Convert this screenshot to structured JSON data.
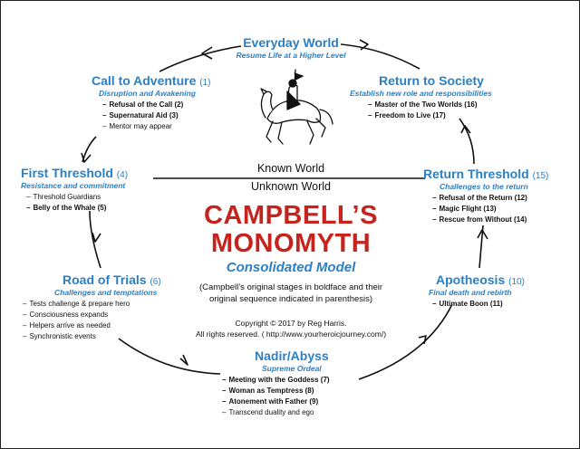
{
  "colors": {
    "stage_title": "#2b7fc3",
    "main_title": "#c4231e",
    "text": "#111111"
  },
  "center": {
    "title_line1": "CAMPBELL’S",
    "title_line2": "MONOMYTH",
    "subtitle": "Consolidated Model",
    "note_line1": "(Campbell’s original stages in boldface and their",
    "note_line2": "original sequence indicated in parenthesis)",
    "copyright_line1": "Copyright © 2017 by Reg Harris.",
    "copyright_line2": "All rights reserved. ( http://www.yourheroicjourney.com/)"
  },
  "threshold": {
    "known": "Known World",
    "unknown": "Unknown World"
  },
  "stages": {
    "everyday_world": {
      "title": "Everyday World",
      "subtitle": "Resume Life at a Higher Level"
    },
    "call_to_adventure": {
      "title": "Call to Adventure",
      "number": "(1)",
      "subtitle": "Disruption and Awakening",
      "items": [
        "Refusal of the Call (2)",
        "Supernatural Aid (3)",
        "Mentor may appear"
      ]
    },
    "return_to_society": {
      "title": "Return to Society",
      "subtitle": "Establish new role and responsibilities",
      "items": [
        "Master of the Two Worlds (16)",
        "Freedom to Live (17)"
      ]
    },
    "first_threshold": {
      "title": "First Threshold",
      "number": "(4)",
      "subtitle": "Resistance and commitment",
      "items": [
        "Threshold Guardians",
        "Belly of the Whale (5)"
      ]
    },
    "return_threshold": {
      "title": "Return Threshold",
      "number": "(15)",
      "subtitle": "Challenges to the return",
      "items": [
        "Refusal of the Return (12)",
        "Magic Flight (13)",
        "Rescue from Without (14)"
      ]
    },
    "road_of_trials": {
      "title": "Road of Trials",
      "number": "(6)",
      "subtitle": "Challenges and temptations",
      "items": [
        "Tests challenge & prepare hero",
        "Consciousness expands",
        "Helpers arrive as needed",
        "Synchronistic events"
      ]
    },
    "apotheosis": {
      "title": "Apotheosis",
      "number": "(10)",
      "subtitle": "Final death and rebirth",
      "items": [
        "Ultimate Boon (11)"
      ]
    },
    "nadir_abyss": {
      "title": "Nadir/Abyss",
      "subtitle": "Supreme Ordeal",
      "items": [
        "Meeting with the Goddess (7)",
        "Woman as Temptress (8)",
        "Atonement with Father (9)",
        "Transcend duality and ego"
      ]
    }
  }
}
